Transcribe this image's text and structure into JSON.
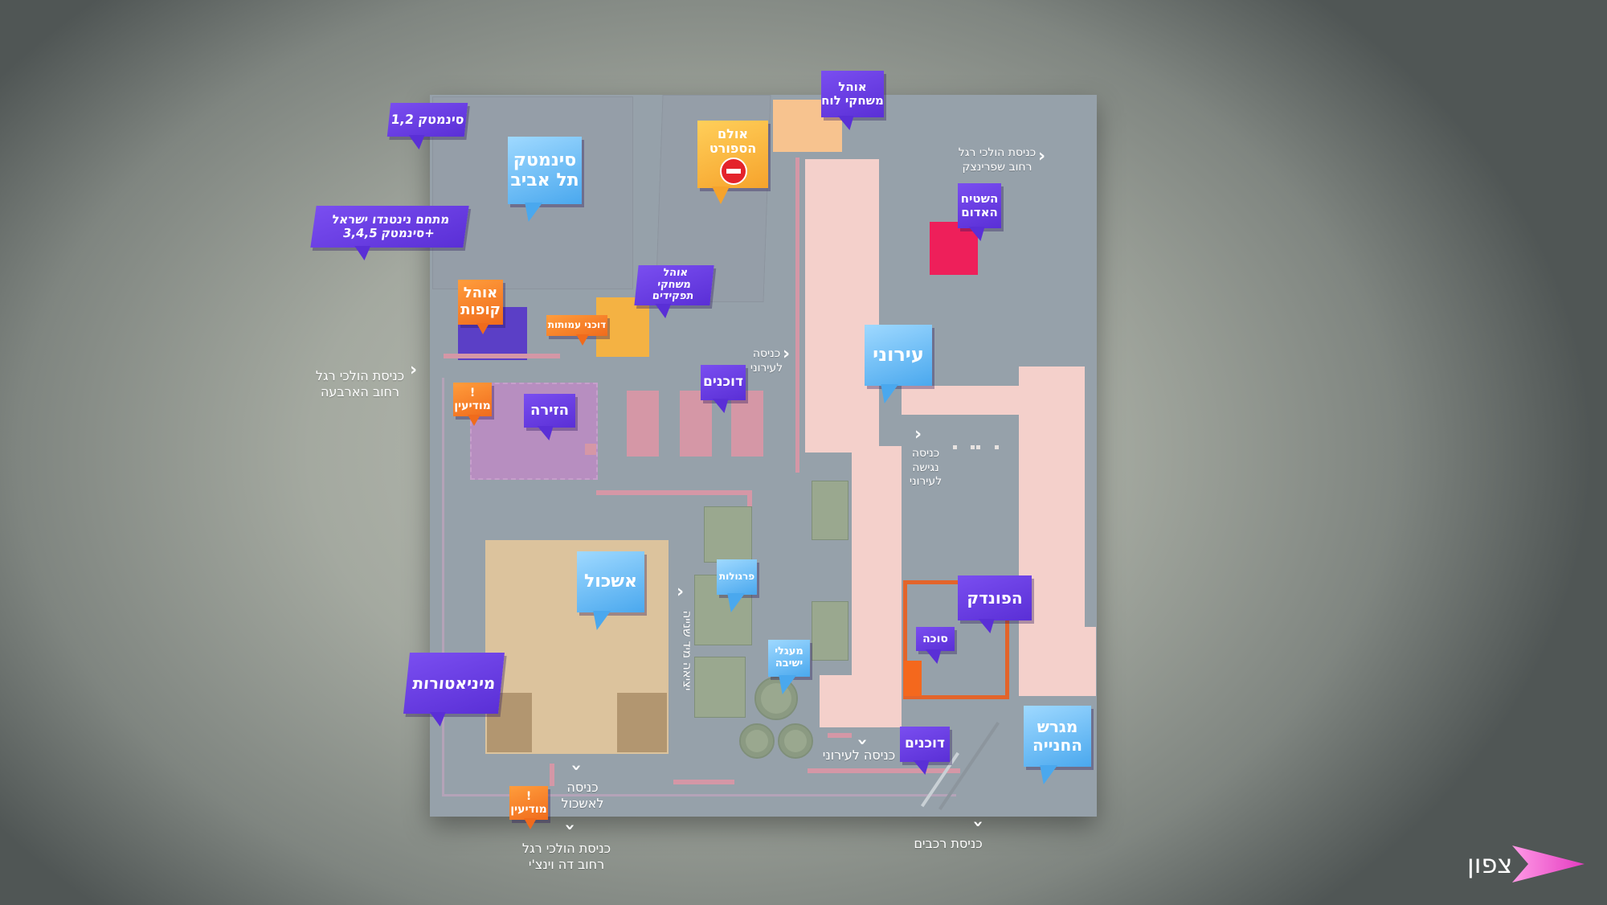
{
  "labels": {
    "cinematheque12": "סינמטק 1,2",
    "cinematheque_tlv_1": "סינמטק",
    "cinematheque_tlv_2": "תל אביב",
    "nintendo_1": "מתחם נינטנדו ישראל",
    "nintendo_2": "+סינמטק 3,4,5",
    "board_games_1": "אוהל",
    "board_games_2": "משחקי לוח",
    "sports_hall_1": "אולם",
    "sports_hall_2": "הספורט",
    "red_carpet_1": "השטיח",
    "red_carpet_2": "האדום",
    "ticket_tent_1": "אוהל",
    "ticket_tent_2": "קופות",
    "rpg_tent_1": "אוהל",
    "rpg_tent_2": "משחקי תפקידים",
    "pages_booths": "דוכני עמותות",
    "info1_mark": "!",
    "info1_text": "מודיעין",
    "arena": "הזירה",
    "booths_center": "דוכנים",
    "ironi": "עירוני",
    "eshkol": "אשכול",
    "pergolas": "פרגולות",
    "seating_1": "מעגלי",
    "seating_2": "ישיבה",
    "miniatures": "מיניאטורות",
    "hafundak": "הפונדק",
    "sukka": "סוכה",
    "booths_south": "דוכנים",
    "parking_1": "מגרש",
    "parking_2": "החנייה",
    "info2_mark": "!",
    "info2_text": "מודיעין"
  },
  "entrances": {
    "springer_1": "כניסת הולכי רגל",
    "springer_2": "רחוב שפרינצק",
    "arbaa_1": "כניסת הולכי רגל",
    "arbaa_2": "רחוב הארבעה",
    "ironi_entry_1": "כניסה",
    "ironi_entry_2": "לעירוני",
    "access_1": "כניסה",
    "access_2": "נגישה",
    "access_3": "לעירוני",
    "exit_side": "יציאה מיד שנייה",
    "ironi_south": "כניסה לעירוני",
    "eshkol_entry_1": "כניסה",
    "eshkol_entry_2": "לאשכול",
    "davinci_1": "כניסת הולכי רגל",
    "davinci_2": "רחוב דה וינצ'י",
    "vehicles": "כניסת רכבים"
  },
  "north": {
    "label": "צפון",
    "color": "#ff5bd0"
  },
  "colors": {
    "purple": "#6a3fe6",
    "blue": "#5cb6f5",
    "orange": "#f4812c",
    "yellow": "#f6b135",
    "plan": "#96a1aa"
  }
}
